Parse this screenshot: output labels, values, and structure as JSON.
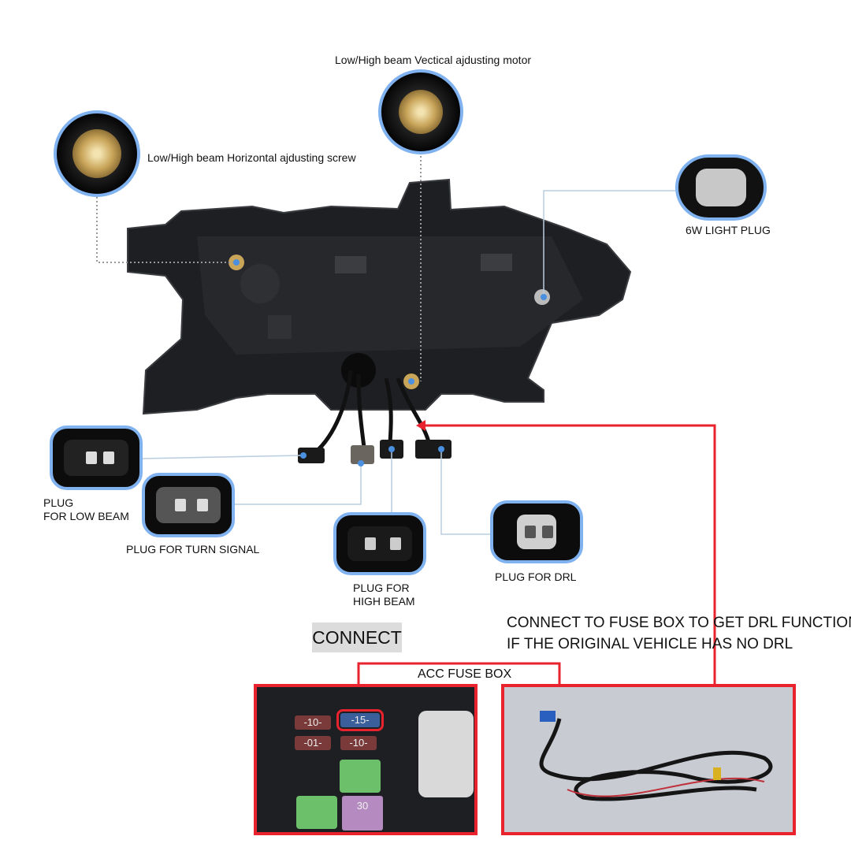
{
  "callouts": {
    "horizontal_screw": "Low/High beam Horizontal ajdusting screw",
    "vertical_motor": "Low/High beam Vectical ajdusting motor",
    "light_plug": "6W LIGHT PLUG",
    "low_beam": [
      "PLUG",
      "FOR LOW BEAM"
    ],
    "turn_signal": "PLUG FOR TURN SIGNAL",
    "high_beam": [
      "PLUG FOR",
      "HIGH BEAM"
    ],
    "drl": "PLUG FOR DRL"
  },
  "instructions": {
    "line1": "CONNECT TO FUSE BOX TO GET DRL FUNCTION",
    "line2": "IF THE ORIGINAL VEHICLE HAS NO DRL",
    "connect_label": "CONNECT",
    "fuse_box_label": "ACC FUSE BOX"
  },
  "fuses": [
    "-10-",
    "-15-",
    "-01-",
    "-10-",
    "30"
  ],
  "colors": {
    "accent_red": "#e8232e",
    "callout_blue": "#7fb2ef"
  }
}
